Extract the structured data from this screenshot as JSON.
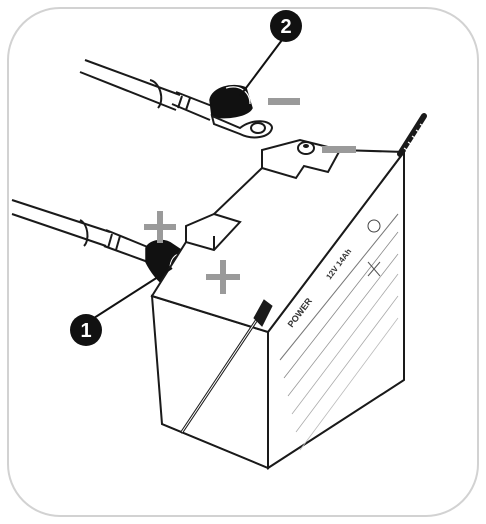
{
  "callouts": {
    "step1": "1",
    "step2": "2"
  },
  "polarity": {
    "positive": "+",
    "negative": "−"
  },
  "battery": {
    "brand": "POWER",
    "rating": "12V 14Ah"
  },
  "colors": {
    "outline": "#1a1a1a",
    "frame": "#cfcfcf",
    "polarity_mark": "#9a9a9a",
    "callout_fill": "#111111"
  }
}
